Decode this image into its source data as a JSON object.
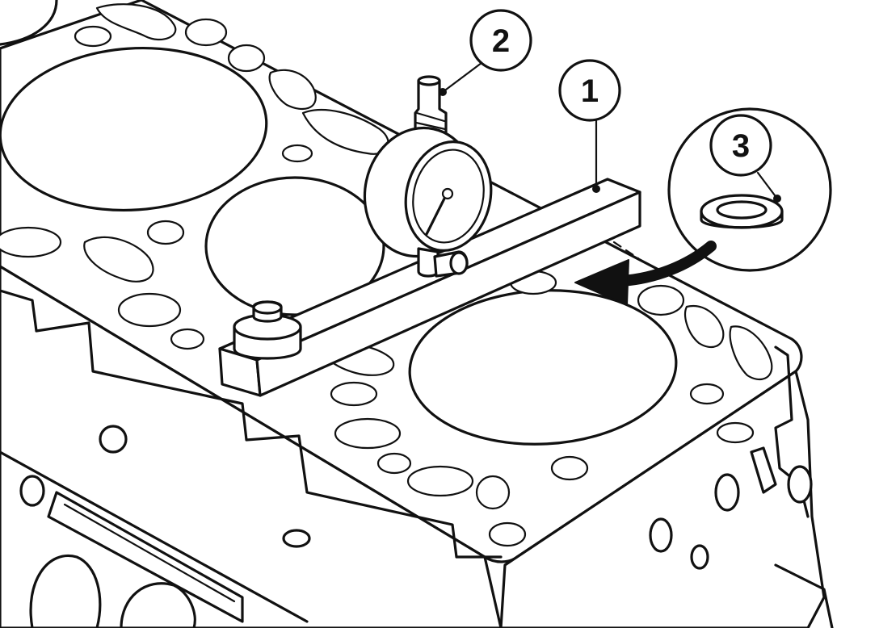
{
  "callouts": {
    "bar": {
      "label": "1",
      "part": "measuring-bar"
    },
    "gauge": {
      "label": "2",
      "part": "dial-gauge"
    },
    "washer": {
      "label": "3",
      "part": "washer"
    }
  },
  "colors": {
    "line": "#111111",
    "background": "#ffffff"
  },
  "icons": {
    "pointer_arrow": "arrow-icon"
  }
}
